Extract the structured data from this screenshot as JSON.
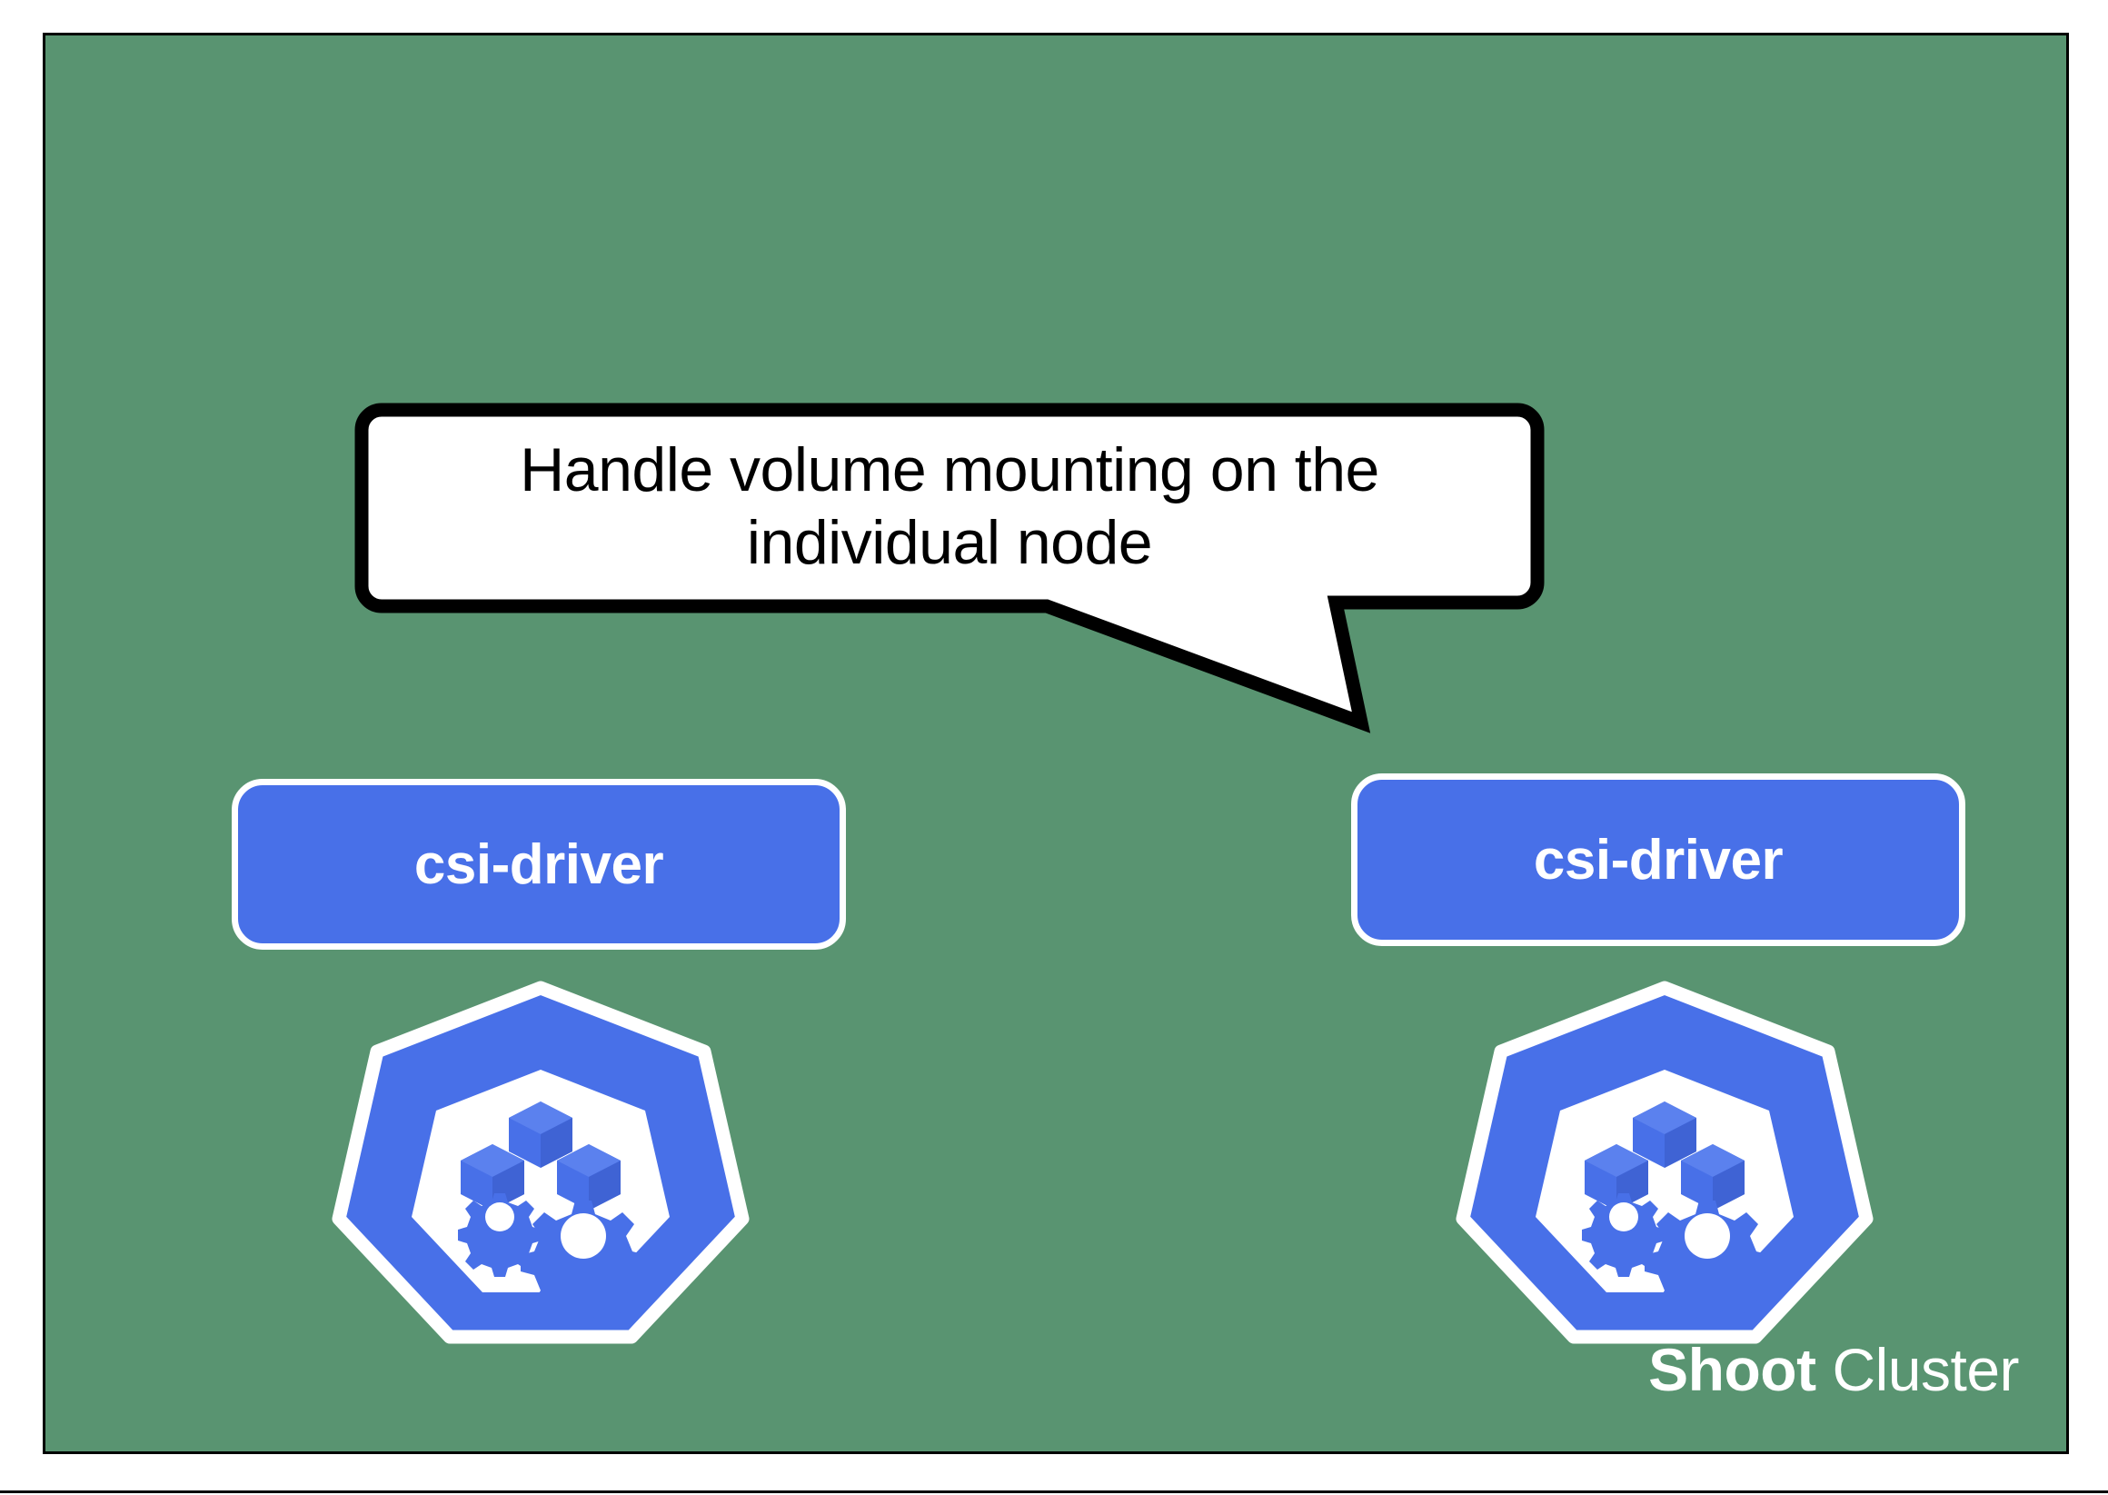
{
  "slide": {
    "background_color": "#599471",
    "border_color": "#000000"
  },
  "callout": {
    "text": "Handle volume mounting on the individual node",
    "line1": "Handle volume mounting on the",
    "line2": "individual node",
    "fill_color": "#ffffff",
    "stroke_color": "#000000",
    "points_to": "csi-driver-right"
  },
  "nodes": [
    {
      "id": "left",
      "pill_label": "csi-driver",
      "icon_name": "kubernetes-node-icon",
      "accent_color": "#4870E8"
    },
    {
      "id": "right",
      "pill_label": "csi-driver",
      "icon_name": "kubernetes-node-icon",
      "accent_color": "#4870E8"
    }
  ],
  "caption": {
    "strong": "Shoot",
    "normal": " Cluster",
    "color": "#ffffff"
  }
}
